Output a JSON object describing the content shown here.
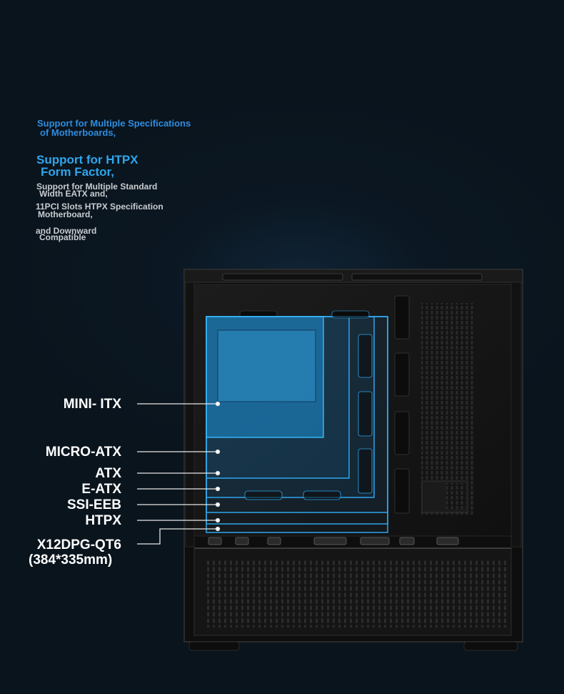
{
  "intro": {
    "line1": "Support for Multiple Specifications",
    "line2": "of Motherboards,",
    "heading1": "Support for HTPX",
    "heading2": "Form Factor,",
    "desc1": "Support for Multiple Standard",
    "desc2": "Width EATX and,",
    "desc3": "11PCI Slots HTPX Specification",
    "desc4": "Motherboard,",
    "desc5": "and Downward",
    "desc6": "Compatible"
  },
  "labels": {
    "mini_itx": "MINI- ITX",
    "micro_atx": "MICRO-ATX",
    "atx": "ATX",
    "e_atx": "E-ATX",
    "ssi_eeb": "SSI-EEB",
    "htpx": "HTPX",
    "x12dpg": "X12DPG-QT6",
    "x12dpg_size": "(384*335mm)"
  },
  "colors": {
    "accent_blue": "#2ea6ec",
    "board_blue": "#1e8fd6",
    "case_black": "#161616"
  }
}
